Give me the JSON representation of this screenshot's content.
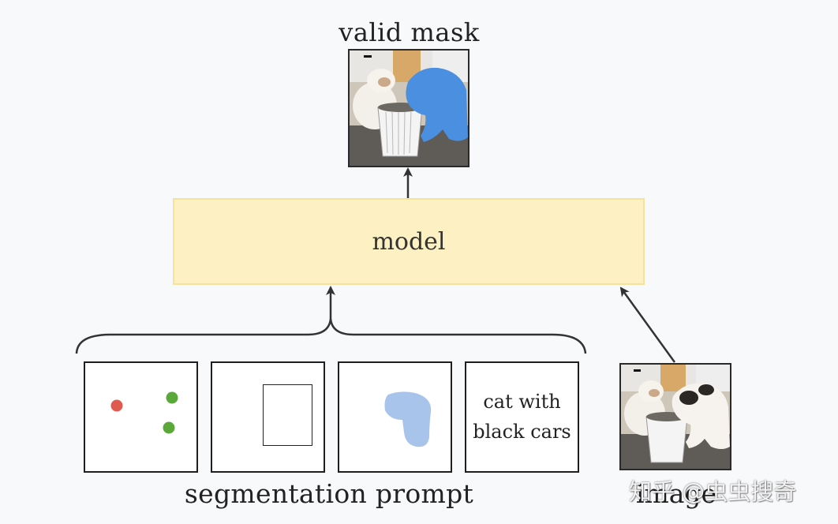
{
  "top": {
    "title": "valid mask"
  },
  "model": {
    "label": "model"
  },
  "prompts": {
    "text_prompt": "cat with\nblack cars",
    "caption": "segmentation prompt"
  },
  "image": {
    "caption": "image"
  },
  "watermark": "知乎 @虫虫搜奇",
  "colors": {
    "model_fill": "#fdf1c3",
    "point_red": "#e15a4f",
    "point_green": "#5aa83a",
    "mask_blue": "#a9c4ea",
    "cat_mask_blue": "#4b8fe0"
  }
}
